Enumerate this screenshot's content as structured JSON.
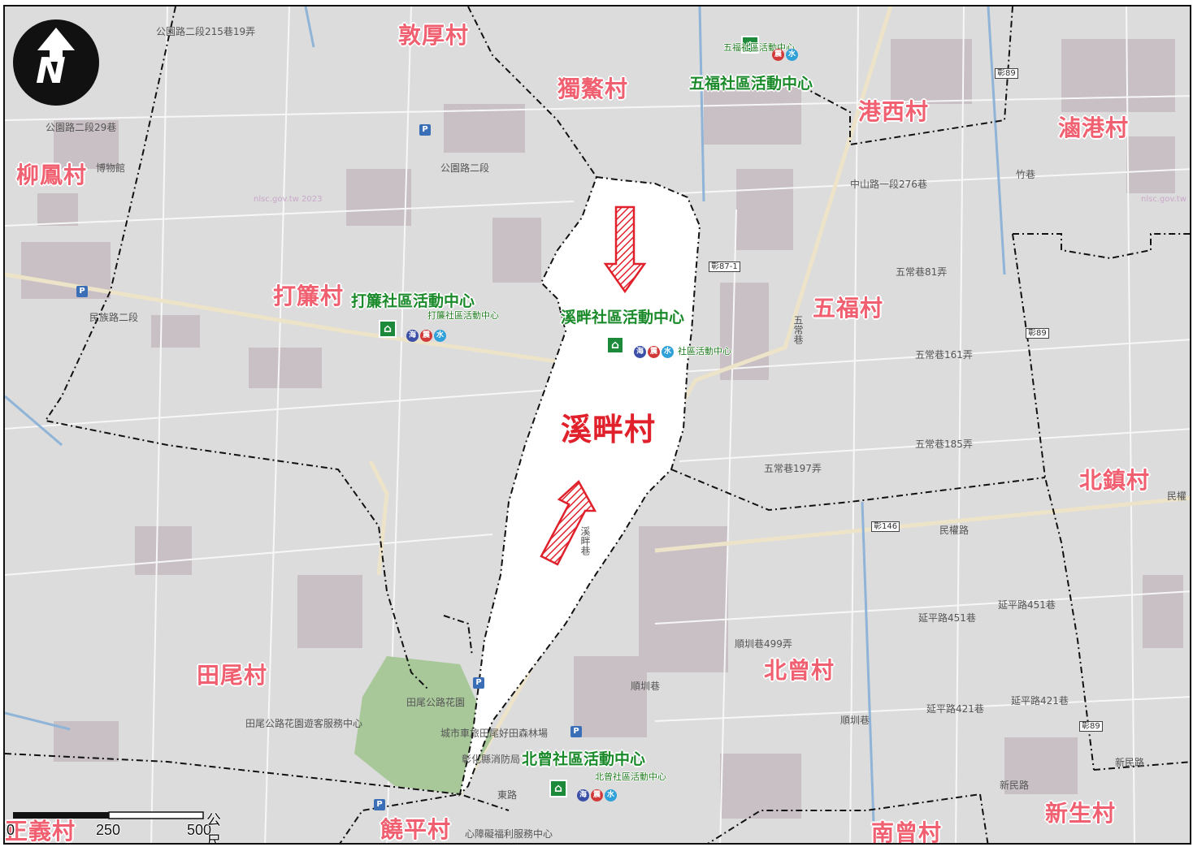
{
  "map": {
    "target_village": "溪畔村",
    "villages": [
      "敦厚村",
      "獨鰲村",
      "港西村",
      "滷港村",
      "柳鳳村",
      "打簾村",
      "五福村",
      "北鎮村",
      "田尾村",
      "北曾村",
      "饒平村",
      "南曾村",
      "新生村",
      "正義村"
    ],
    "community_centers": {
      "wufu": "五福社區活動中心",
      "dalian": "打簾社區活動中心",
      "xipan": "溪畔社區活動中心",
      "beizeng": "北曾社區活動中心"
    },
    "center_small_labels": {
      "wufu": "五福社區活動中心",
      "dalian": "打簾社區活動中心",
      "xipan": "社區活動中心",
      "beizeng": "北曾社區活動中心"
    },
    "hazard_badges": {
      "sea": "海",
      "quake": "震",
      "water": "水"
    },
    "roads": {
      "r1": "公園路二段215巷19弄",
      "r2": "公園路二段29巷",
      "r3": "公園路二段",
      "r4": "中山路一段276巷",
      "r5": "五常巷81弄",
      "r6": "五常巷161弄",
      "r7": "五常巷185弄",
      "r8": "五常巷197弄",
      "r9": "民權路",
      "r10": "延平路451巷",
      "r11": "延平路451巷",
      "r12": "順圳巷499弄",
      "r13": "延平路421巷",
      "r14": "延平路421巷",
      "r15": "民族路二段",
      "r16": "竹巷",
      "r17": "新民路",
      "r18": "新民路",
      "r19": "民權",
      "r20": "順圳巷",
      "r21": "順圳巷",
      "r22": "溪畔巷",
      "r23": "田尾公路花園",
      "r24": "田尾公路花園遊客服務中心",
      "r25": "城市車旅田尾好田森林場",
      "r26": "彰化縣消防局",
      "r27": "心障礙福利服務中心",
      "r28": "東路",
      "r29": "博物館",
      "r30": "五常巷"
    },
    "route_shields": [
      "彰87-1",
      "彰89",
      "彰89",
      "彰146",
      "彰89"
    ],
    "watermark": "nlsc.gov.tw 2023",
    "watermark2": "nlsc.gov.tw",
    "north_letter": "N",
    "scale": {
      "labels": [
        "0",
        "250",
        "500"
      ],
      "unit": "公尺"
    },
    "colors": {
      "village_label": "#f06070",
      "target_label": "#e0202a",
      "center_label": "#1a8a2a",
      "target_fill": "#ffffff",
      "boundary": "#111111",
      "arrow": "#e0202a"
    }
  }
}
